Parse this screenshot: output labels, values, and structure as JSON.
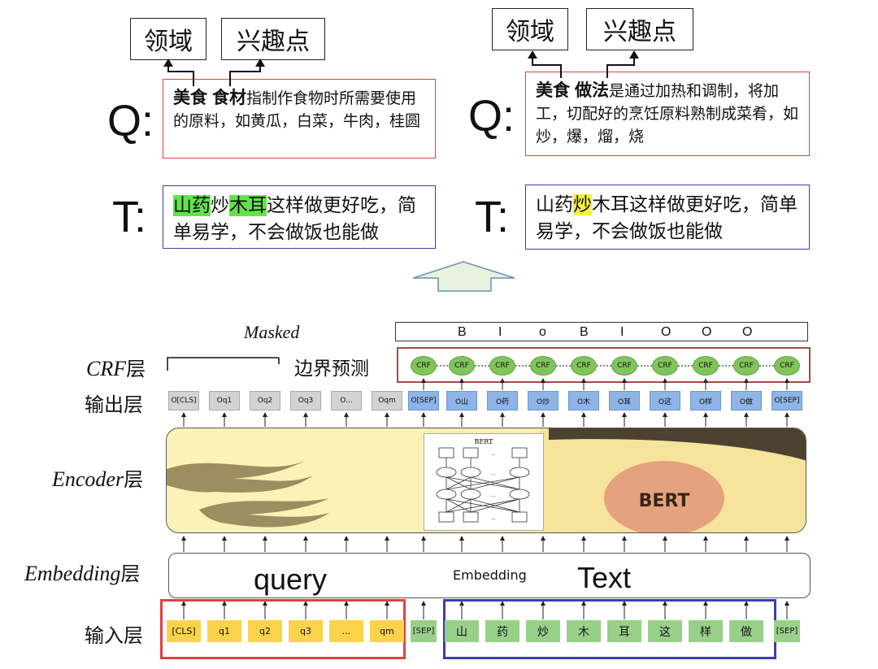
{
  "left_panel": {
    "tag_domain": "领域",
    "tag_interest": "兴趣点",
    "q_letter": "Q:",
    "q_bold1": "美食",
    "q_bold2": "食材",
    "q_rest": "指制作食物时所需要使用的原料，如黄瓜，白菜，牛肉，桂圆",
    "t_letter": "T:",
    "t_hl1": "山药",
    "t_mid": "炒",
    "t_hl2": "木耳",
    "t_rest": "这样做更好吃，简单易学，不会做饭也能做"
  },
  "right_panel": {
    "tag_domain": "领域",
    "tag_interest": "兴趣点",
    "q_letter": "Q:",
    "q_bold1": "美食",
    "q_bold2": "做法",
    "q_rest": "是通过加热和调制，将加工，切配好的烹饪原料熟制成菜肴，如炒，爆，熘，烧",
    "t_letter": "T:",
    "t_pre": "山药",
    "t_hl": "炒",
    "t_rest": "木耳这样做更好吃，简单易学，不会做饭也能做"
  },
  "diagram": {
    "masked_label": "Masked",
    "boundary_label": "边界预测",
    "crf_layer_label_em": "CRF",
    "crf_layer_label_suffix": "层",
    "output_layer_label": "输出层",
    "encoder_layer_label_em": "Encoder",
    "encoder_layer_label_suffix": "层",
    "embedding_layer_label_em": "Embedding",
    "embedding_layer_label_suffix": "层",
    "input_layer_label": "输入层",
    "tag_sequence": [
      "B",
      "I",
      "o",
      "B",
      "I",
      "O",
      "O",
      "O"
    ],
    "crf_node_label": "CRF",
    "output_cells_gray": [
      "O[CLS]",
      "Oq1",
      "Oq2",
      "Oq3",
      "O...",
      "Oqm"
    ],
    "output_cells_blue": [
      "O[SEP]",
      "O山",
      "O药",
      "O炒",
      "O木",
      "O耳",
      "O这",
      "O样",
      "O做",
      "O[SEP]"
    ],
    "bert_inner_title": "BERT",
    "bert_logo_text": "BERT",
    "embedding_center": "Embedding",
    "embedding_query": "query",
    "embedding_text": "Text",
    "input_cells_query": [
      "[CLS]",
      "q1",
      "q2",
      "q3",
      "...",
      "qm"
    ],
    "input_sep1": "[SEP]",
    "input_cells_text": [
      "山",
      "药",
      "炒",
      "木",
      "耳",
      "这",
      "样",
      "做"
    ],
    "input_sep2": "[SEP]"
  },
  "colors": {
    "query_frame": "#e0413d",
    "text_frame": "#3b3fa8",
    "crf_node": "#82c45c",
    "output_blue": "#8fb4e6",
    "output_gray": "#d3d3d3",
    "input_yellow": "#fbd34b",
    "input_green": "#98d08a",
    "arrow_fill": "#e7f2df"
  }
}
